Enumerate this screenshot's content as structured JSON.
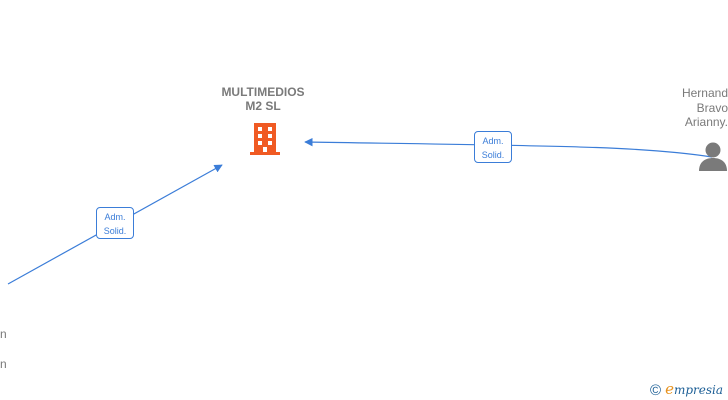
{
  "company": {
    "name_line1": "MULTIMEDIOS",
    "name_line2": "M2  SL",
    "icon": "building-icon",
    "color": "#f05a23"
  },
  "person": {
    "name_lines": [
      "Hernand",
      "Bravo",
      "Arianny."
    ],
    "icon": "person-icon",
    "color": "#7a7a7a"
  },
  "edges": [
    {
      "label_line1": "Adm.",
      "label_line2": "Solid."
    },
    {
      "label_line1": "Adm.",
      "label_line2": "Solid."
    }
  ],
  "partial_left_texts": [
    "n",
    "n"
  ],
  "edge_color": "#3b7dd8",
  "footer": {
    "copyright_symbol": "©",
    "brand_initial": "e",
    "brand_rest": "mpresia"
  }
}
